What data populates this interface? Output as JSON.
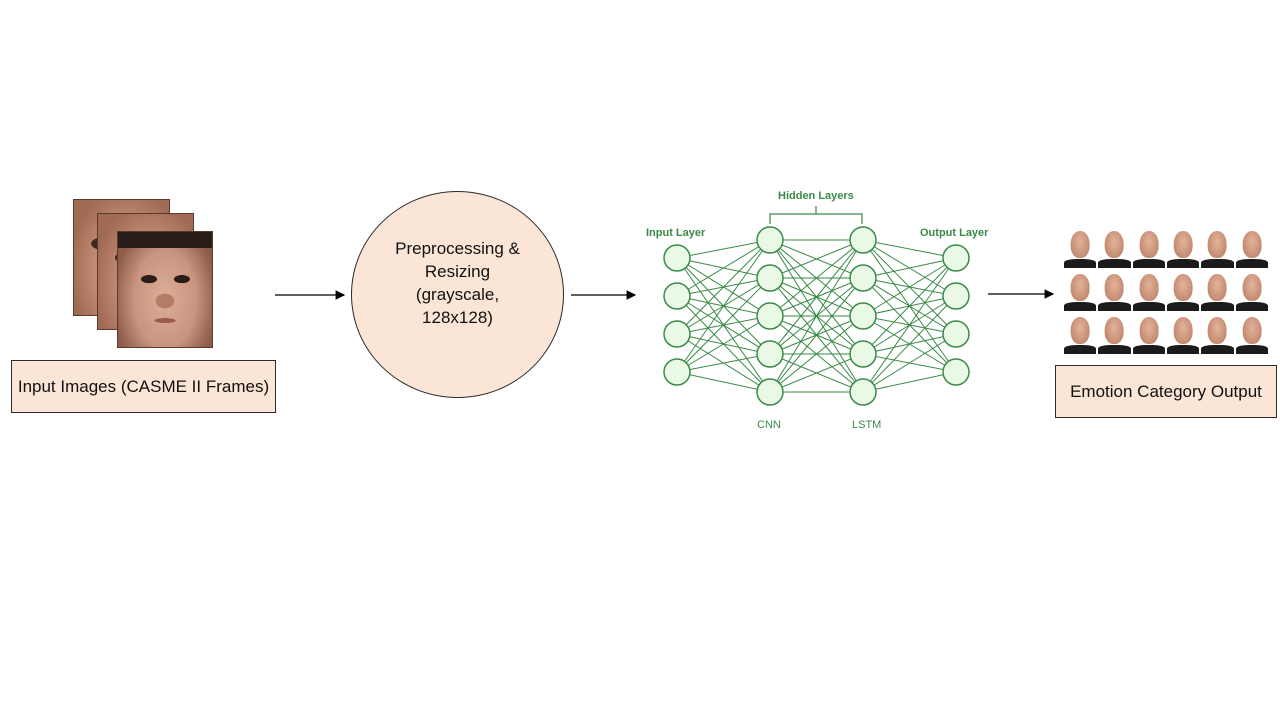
{
  "input_box": {
    "label": "Input Images (CASME II Frames)"
  },
  "preprocess": {
    "lines": [
      "Preprocessing &",
      "Resizing",
      "(grayscale,",
      "128x128)"
    ]
  },
  "network": {
    "input_layer_label": "Input Layer",
    "hidden_layers_label": "Hidden Layers",
    "output_layer_label": "Output Layer",
    "cnn_label": "CNN",
    "lstm_label": "LSTM"
  },
  "output_box": {
    "label": "Emotion Category Output"
  },
  "colors": {
    "node_fill": "#e9f9e6",
    "node_stroke": "#3a8a47",
    "edge": "#3a8a47",
    "box_fill": "#fbe5d6"
  }
}
